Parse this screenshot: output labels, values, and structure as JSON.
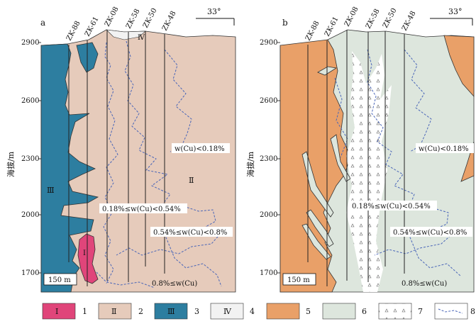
{
  "panels": [
    {
      "letter": "a",
      "compass": "33°",
      "wells": [
        "ZK-88",
        "ZK-61",
        "ZK-08",
        "ZK-58",
        "ZK-50",
        "ZK-48"
      ],
      "zone_labels": [
        "Ⅲ",
        "Ⅱ",
        "Ⅰ",
        "Ⅳ"
      ],
      "grade_labels": [
        "w(Cu)<0.18%",
        "0.18%≤w(Cu)<0.54%",
        "0.54%≤w(Cu)<0.8%",
        "0.8%≤w(Cu)"
      ],
      "scale": "150 m"
    },
    {
      "letter": "b",
      "compass": "33°",
      "wells": [
        "ZK-88",
        "ZK-61",
        "ZK-08",
        "ZK-58",
        "ZK-50",
        "ZK-48"
      ],
      "grade_labels": [
        "w(Cu)<0.18%",
        "0.18%≤w(Cu)<0.54%",
        "0.54%≤w(Cu)<0.8%",
        "0.8%≤w(Cu)"
      ],
      "scale": "150 m"
    }
  ],
  "axis": {
    "ylabel": "海拔/m",
    "ticks": [
      "2900",
      "2600",
      "2300",
      "2000",
      "1700"
    ]
  },
  "legend": [
    {
      "num": "1",
      "symbol": "Ⅰ",
      "color": "#e0457a"
    },
    {
      "num": "2",
      "symbol": "Ⅱ",
      "color": "#e6cbbb"
    },
    {
      "num": "3",
      "symbol": "Ⅲ",
      "color": "#2d7ea0"
    },
    {
      "num": "4",
      "symbol": "Ⅳ",
      "color": "#f2f2f2"
    },
    {
      "num": "5",
      "symbol": "",
      "color": "#e9a068"
    },
    {
      "num": "6",
      "symbol": "",
      "color": "#dde6dd"
    },
    {
      "num": "7",
      "symbol": "triangles",
      "color": "#ffffff"
    },
    {
      "num": "8",
      "symbol": "dashed-line",
      "color": "#ffffff"
    }
  ],
  "colors": {
    "zone1": "#e0457a",
    "zone2": "#e6cbbb",
    "zone3": "#2d7ea0",
    "zone4": "#f2f2f2",
    "rock5": "#e9a068",
    "rock6": "#dde6dd",
    "contour": "#4a66b8"
  }
}
